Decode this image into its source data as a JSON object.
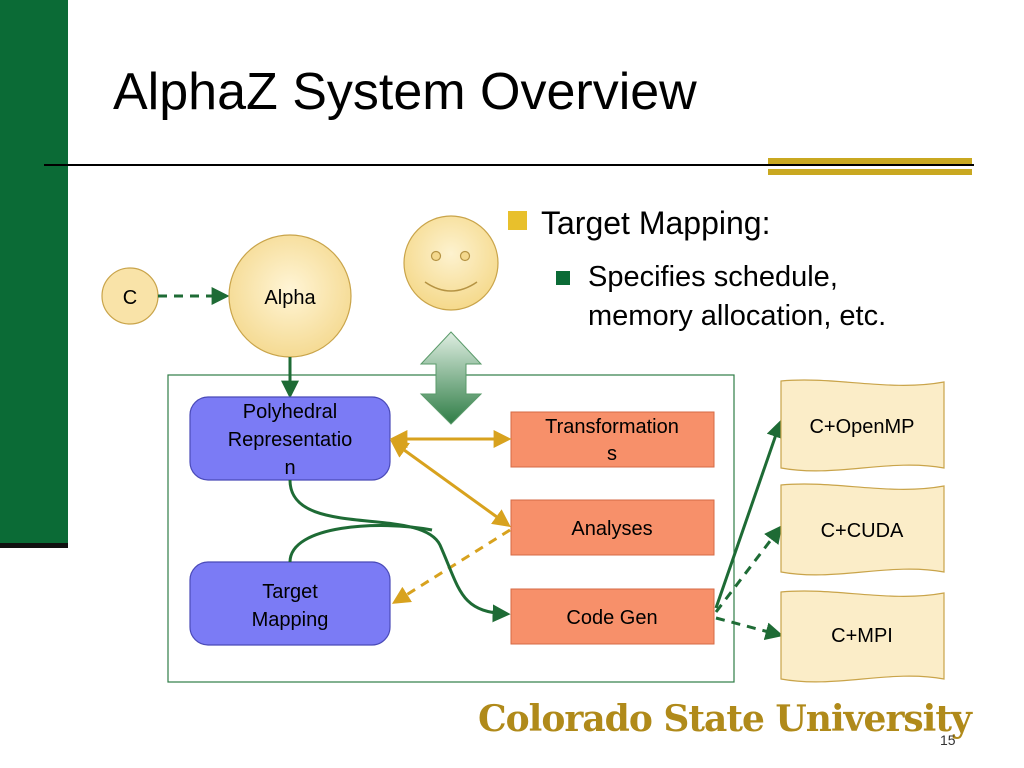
{
  "slide": {
    "title": "AlphaZ System Overview",
    "page_number": "15",
    "logo_text": "Colorado State University"
  },
  "bullets": {
    "level1": "Target Mapping:",
    "level2": [
      "Specifies schedule,",
      "memory allocation, etc."
    ]
  },
  "diagram": {
    "nodes": {
      "c": "C",
      "alpha": "Alpha",
      "polyhedral": [
        "Polyhedral",
        "Representatio",
        "n"
      ],
      "target_mapping": [
        "Target",
        "Mapping"
      ],
      "transformations": [
        "Transformation",
        "s"
      ],
      "analyses": "Analyses",
      "code_gen": "Code Gen",
      "openmp": "C+OpenMP",
      "cuda": "C+CUDA",
      "mpi": "C+MPI"
    }
  },
  "colors": {
    "sidebar_green": "#0b6b36",
    "accent_gold": "#c9a820",
    "node_blue": "#7b7bf5",
    "node_orange": "#f7906a",
    "node_cream": "#fbedc8"
  }
}
